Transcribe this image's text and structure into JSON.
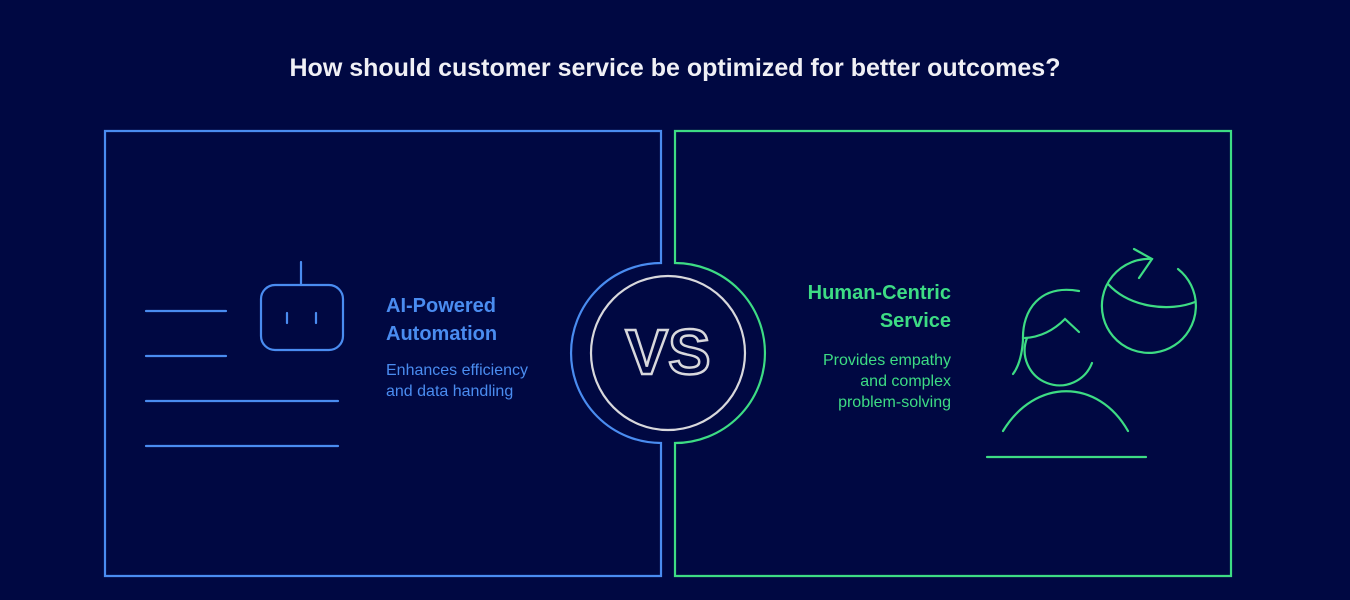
{
  "title": "How should customer service be optimized for better outcomes?",
  "left": {
    "heading_line1": "AI-Powered",
    "heading_line2": "Automation",
    "desc_line1": "Enhances efficiency",
    "desc_line2": "and data handling",
    "icon": "robot-icon",
    "color": "#4a8cf0"
  },
  "right": {
    "heading_line1": "Human-Centric",
    "heading_line2": "Service",
    "desc_line1": "Provides empathy",
    "desc_line2": "and complex",
    "desc_line3": "problem-solving",
    "icon": "person-globe-icon",
    "color": "#3ddc84"
  },
  "versus": "VS"
}
